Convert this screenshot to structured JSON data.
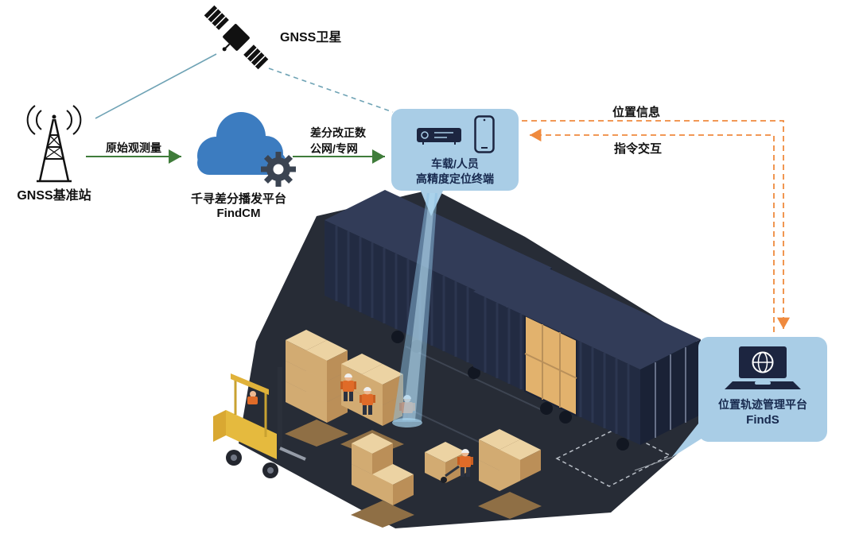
{
  "labels": {
    "satellite": "GNSS卫星",
    "base_station": "GNSS基准站",
    "flow_raw": "原始观测量",
    "flow_correction_line1": "差分改正数",
    "flow_correction_line2": "公网/专网",
    "link_position": "位置信息",
    "link_command": "指令交互"
  },
  "cloud_platform": {
    "title": "千寻差分播发平台",
    "name": "FindCM"
  },
  "terminal": {
    "line1": "车载/人员",
    "line2": "高精度定位终端"
  },
  "management_platform": {
    "title": "位置轨迹管理平台",
    "name": "FindS"
  },
  "colors": {
    "bubble": "#a9cde6",
    "bubble_text": "#17294e",
    "arrow_green": "#3f7c3a",
    "arrow_orange": "#ef8a3e",
    "line_teal": "#6fa3b5",
    "cloud_blue": "#3c7cc0",
    "container_navy": "#222b42",
    "box_tan": "#d2ab72"
  }
}
